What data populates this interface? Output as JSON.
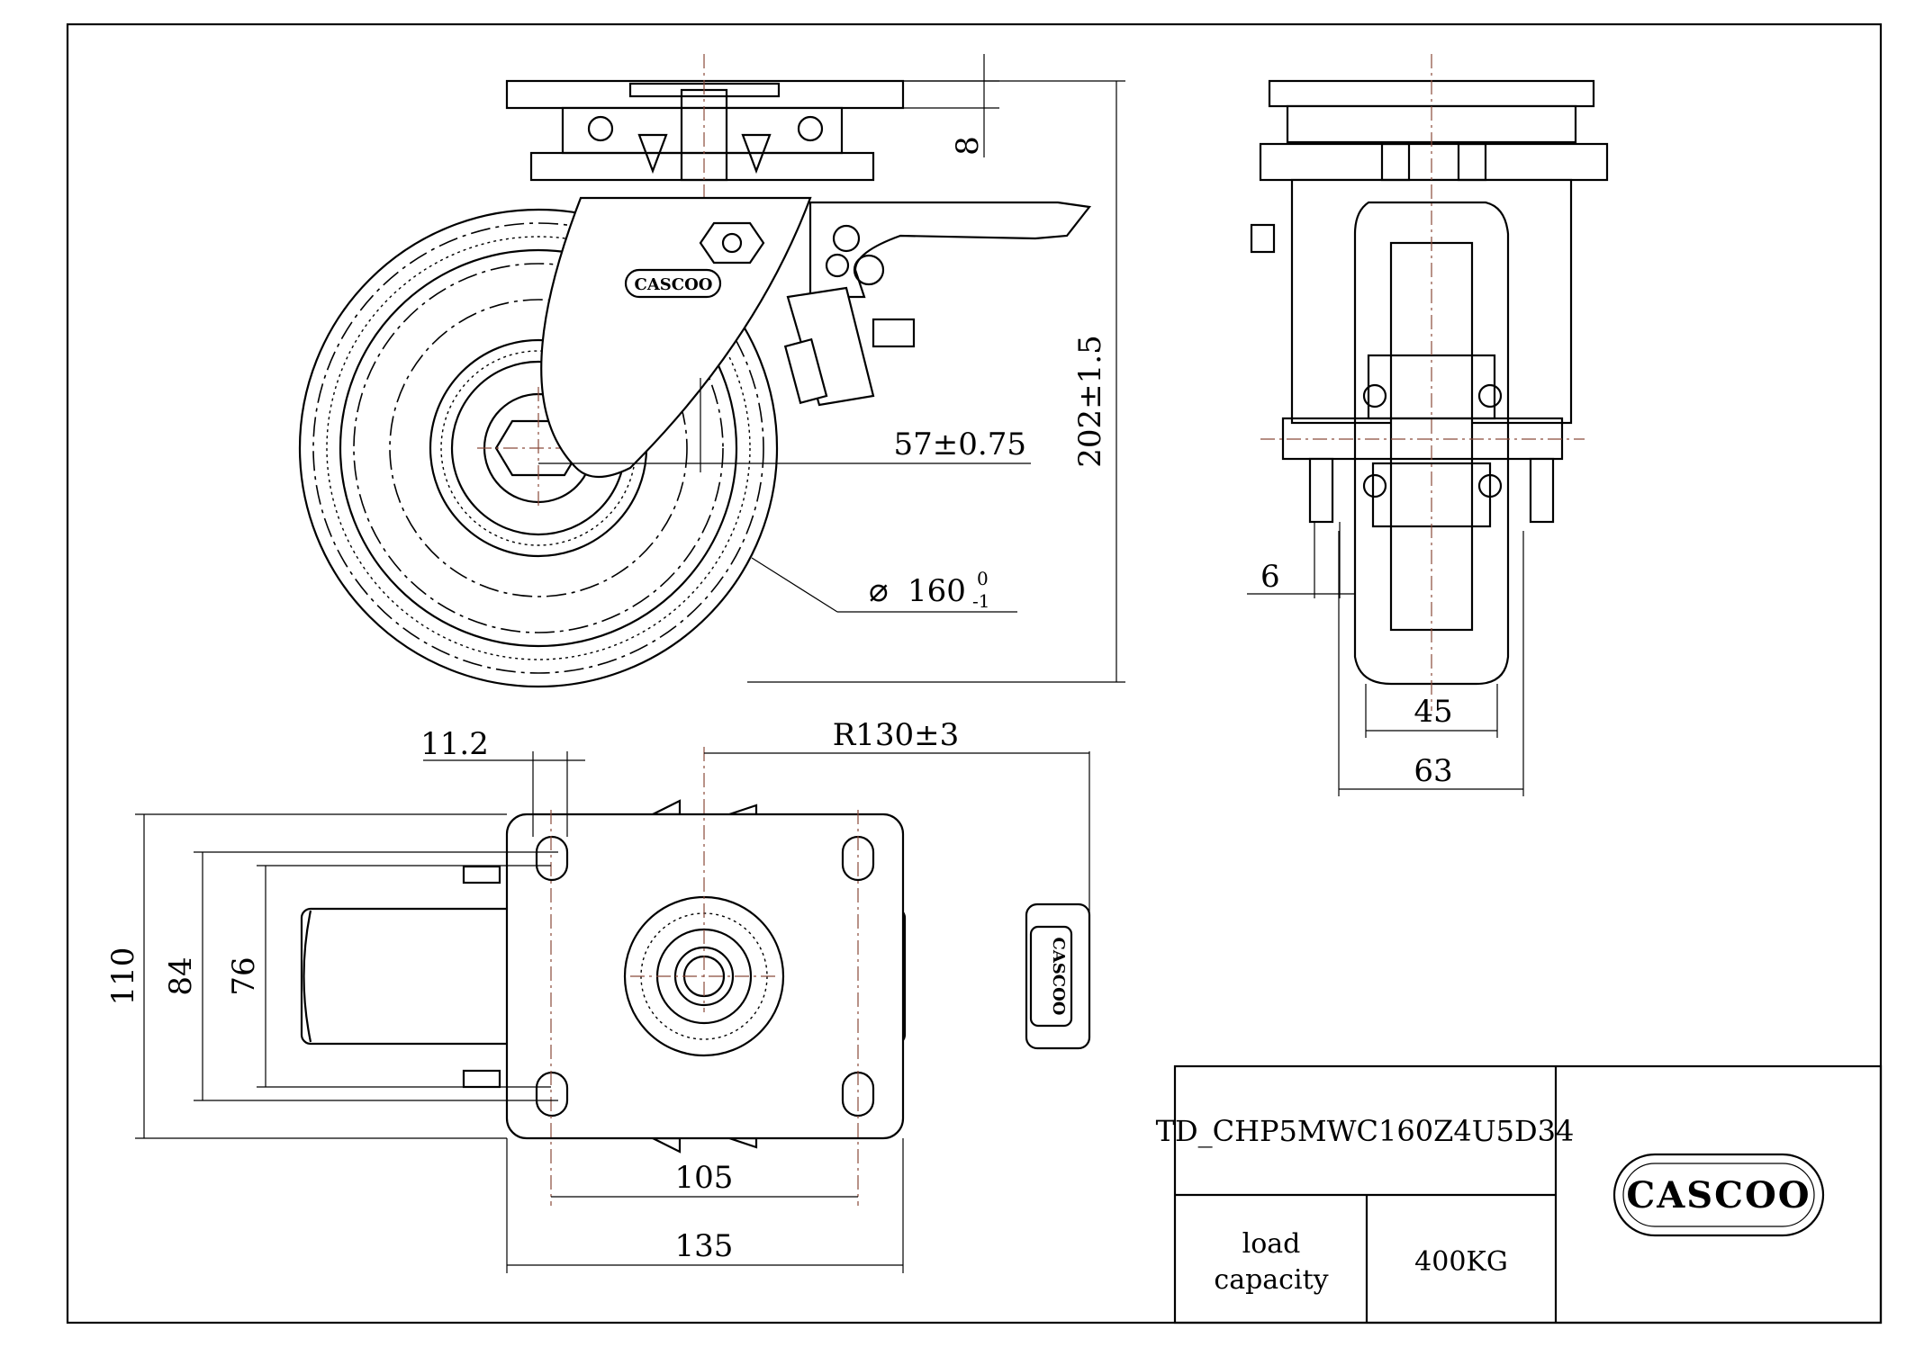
{
  "title_block": {
    "part_number": "TD_CHP5MWC160Z4U5D34",
    "load_label_line1": "load",
    "load_label_line2": "capacity",
    "load_value": "400KG",
    "brand": "CASCOO"
  },
  "dimensions": {
    "top_thickness": "8",
    "height": "202±1.5",
    "offset": "57±0.75",
    "diameter_main": "160",
    "diameter_upper_tol": "0",
    "diameter_lower_tol": "-1",
    "side_offset": "6",
    "tread_width": "45",
    "overall_width": "63",
    "hole_slot": "11.2",
    "swivel_radius": "R130±3",
    "plate_width": "110",
    "hole_spacing_y": "84",
    "hole_spacing_y2": "76",
    "hole_spacing_x": "105",
    "plate_length": "135"
  },
  "logos": {
    "fork_logo": "CASCOO",
    "plan_logo": "CASCOO"
  }
}
